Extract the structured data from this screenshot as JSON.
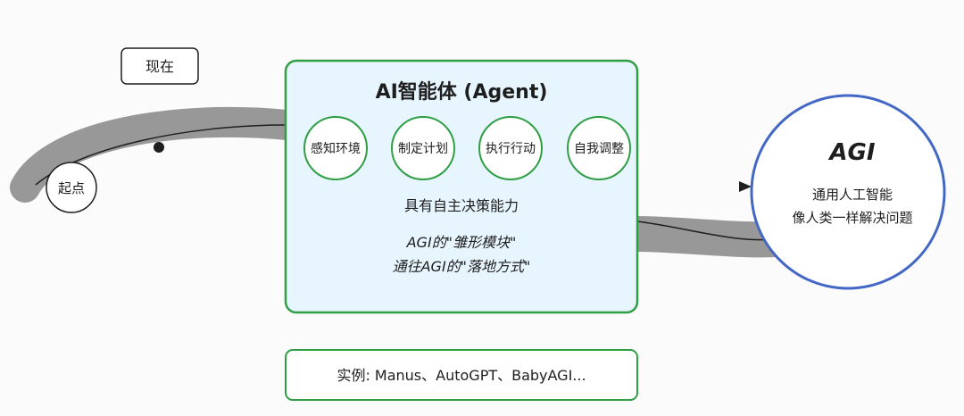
{
  "diagram": {
    "start_label": "起点",
    "now_label": "现在",
    "agent_box": {
      "title": "AI智能体 (Agent)",
      "capabilities": [
        "感知环境",
        "制定计划",
        "执行行动",
        "自我调整"
      ],
      "summary": "具有自主决策能力",
      "note_line1": "AGI的\"雏形模块\"",
      "note_line2": "通往AGI的\"落地方式\""
    },
    "agi": {
      "title": "AGI",
      "line1": "通用人工智能",
      "line2": "像人类一样解决问题"
    },
    "examples": "实例: Manus、AutoGPT、BabyAGI..."
  },
  "colors": {
    "road": "#989898",
    "agent_border": "#2f9e44",
    "agent_fill": "#e7f5ff",
    "agi_border": "#4267c4",
    "examples_border": "#2f9e44",
    "background": "#fbfbfb"
  }
}
